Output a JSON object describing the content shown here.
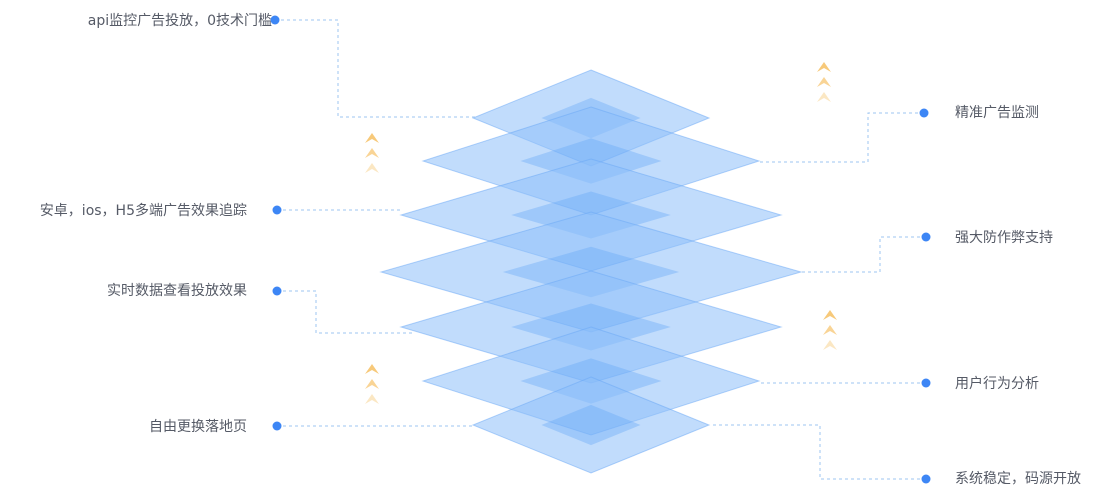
{
  "colors": {
    "dot": "#3d86f5",
    "connector": "#9cc6f2",
    "plate_fill": "#8ec0fa",
    "plate_edge": "#6aa8f5",
    "plate_overlap": "#5ea2f6",
    "arrow": "#f7c97a"
  },
  "features": {
    "left": [
      {
        "label": "api监控广告投放，0技术门槛"
      },
      {
        "label": "安卓，ios，H5多端广告效果追踪"
      },
      {
        "label": "实时数据查看投放效果"
      },
      {
        "label": "自由更换落地页"
      }
    ],
    "right": [
      {
        "label": "精准广告监测"
      },
      {
        "label": "强大防作弊支持"
      },
      {
        "label": "用户行为分析"
      },
      {
        "label": "系统稳定，码源开放"
      }
    ]
  },
  "icons": {
    "dot": "dot-icon",
    "arrow": "chevron-up-icon"
  }
}
